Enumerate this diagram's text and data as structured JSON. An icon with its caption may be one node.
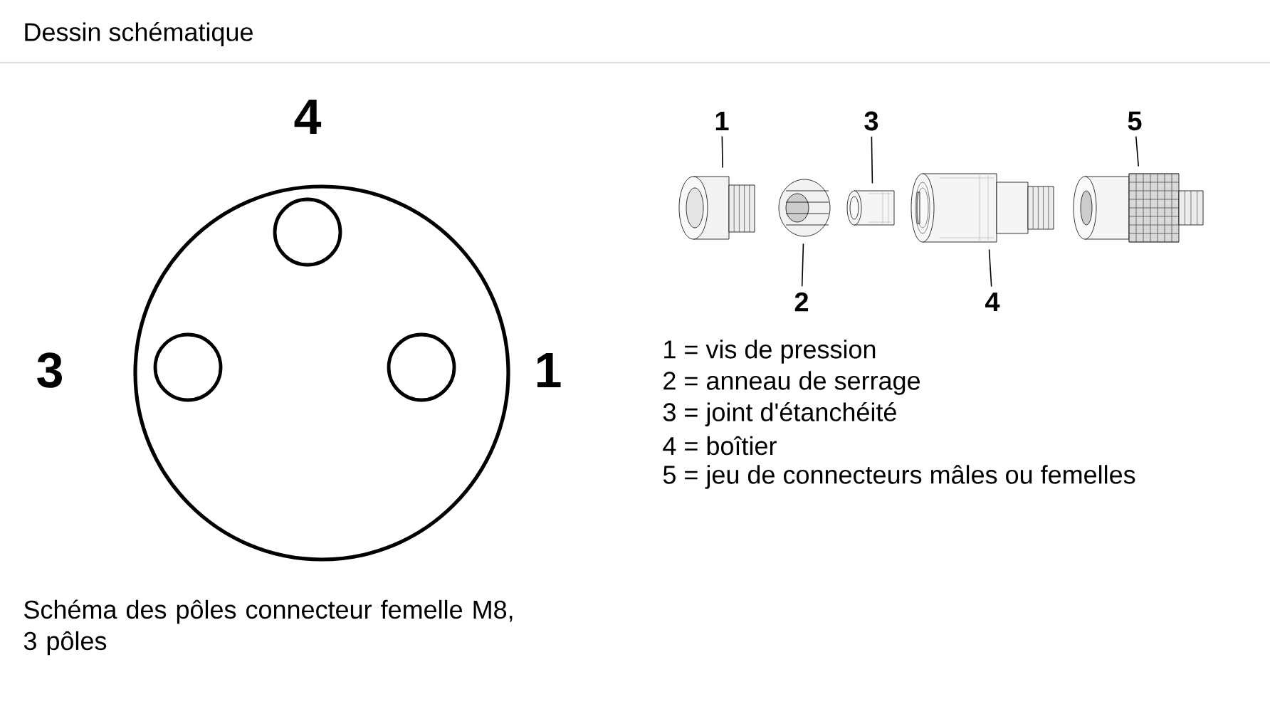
{
  "diagram": {
    "title": "Dessin schématique",
    "caption": "Schéma des pôles connecteur femelle M8, 3 pôles",
    "nodes": [
      {
        "text": [
          "1"
        ]
      },
      {
        "text": [
          "3"
        ]
      },
      {
        "text": [
          "5"
        ]
      },
      {
        "text": [],
        "shape": "picture"
      },
      {
        "text": [],
        "shape": "picture"
      },
      {
        "text": [],
        "shape": "picture"
      },
      {
        "text": [],
        "shape": "picture"
      },
      {
        "text": [],
        "shape": "picture"
      },
      {
        "text": [
          "2"
        ]
      },
      {
        "text": [
          "4"
        ]
      }
    ],
    "edges": [
      {
        "from": 0,
        "to": 3,
        "arrow": "none"
      },
      {
        "from": 8,
        "to": 4,
        "arrow": "none"
      },
      {
        "from": 1,
        "to": 5,
        "arrow": "none"
      },
      {
        "from": 9,
        "to": 6,
        "arrow": "none"
      },
      {
        "from": 2,
        "to": 7,
        "arrow": "none"
      }
    ],
    "labels": [
      "4",
      "3",
      "1",
      "1 = vis de pression",
      "2 = anneau de serrage",
      "3 = joint d'étanchéité",
      "4 = boîtier",
      "5 = jeu de connecteurs mâles ou femelles"
    ]
  }
}
